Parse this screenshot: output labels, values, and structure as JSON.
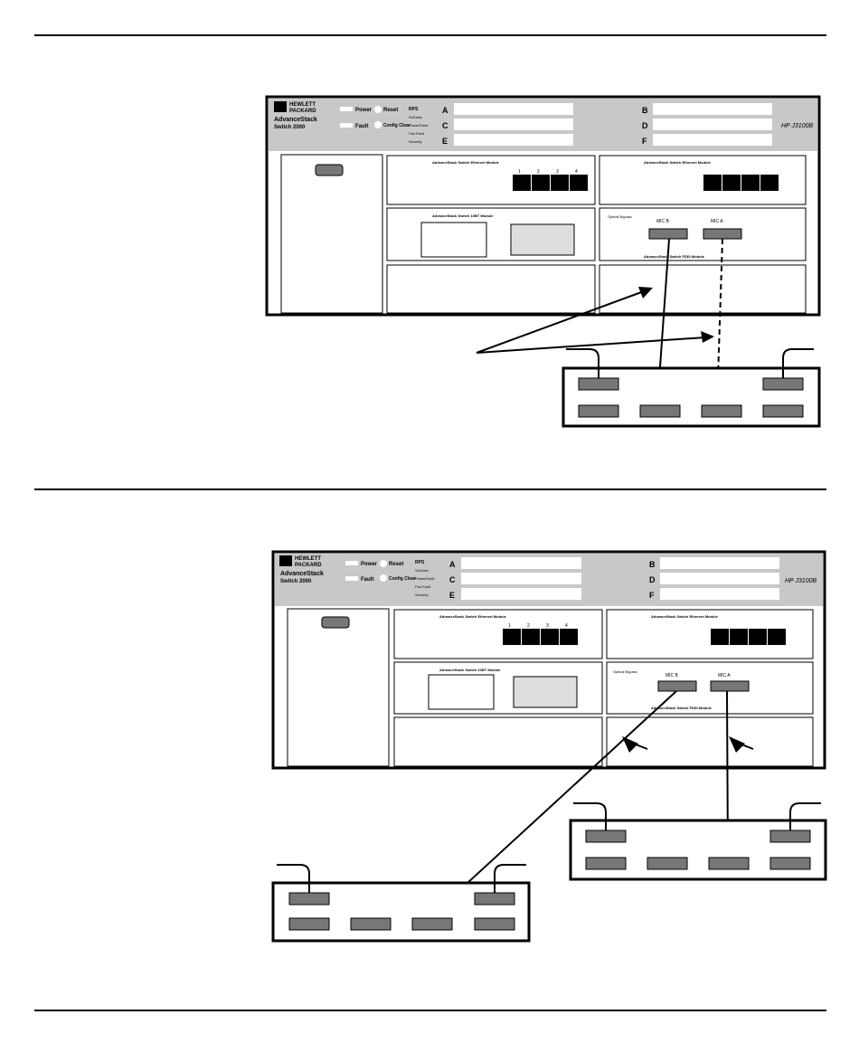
{
  "colors": {
    "panel_gray": "#c8c8c8",
    "panel_dark": "#8c8c8c",
    "line": "#000000",
    "paper": "#ffffff",
    "port_gray": "#777777"
  },
  "figure1": {
    "brand_line1": "HEWLETT",
    "brand_line2": "PACKARD",
    "product_line1": "AdvanceStack",
    "product_line2": "Switch 2000",
    "led_power": "Power",
    "led_fault": "Fault",
    "led_reset": "Reset",
    "led_config": "Config Clear",
    "status_lines": [
      "RPS",
      "Self-test",
      "Power/Fault",
      "Fan Fault",
      "Security"
    ],
    "slot_letters": [
      "A",
      "C",
      "E",
      "B",
      "D",
      "F"
    ],
    "model": "HP J3100B",
    "port_labels": [
      "1",
      "2",
      "3",
      "4"
    ],
    "fddi_port_b": "MIC B",
    "fddi_port_a": "MIC A",
    "optical_label": "Optical Bypass",
    "module_names": [
      "AdvanceStack Switch Ethernet Module",
      "AdvanceStack Switch Ethernet Module",
      "AdvanceStack Switch 10BT Module",
      "AdvanceStack Switch FDDI Module"
    ]
  },
  "figure2": {
    "brand_line1": "HEWLETT",
    "brand_line2": "PACKARD",
    "product_line1": "AdvanceStack",
    "product_line2": "Switch 2000",
    "led_power": "Power",
    "led_fault": "Fault",
    "led_reset": "Reset",
    "led_config": "Config Clear",
    "status_lines": [
      "RPS",
      "Self-test",
      "Power/Fault",
      "Fan Fault",
      "Security"
    ],
    "slot_letters": [
      "A",
      "C",
      "E",
      "B",
      "D",
      "F"
    ],
    "model": "HP J3100B",
    "port_labels": [
      "1",
      "2",
      "3",
      "4"
    ],
    "fddi_port_b": "MIC B",
    "fddi_port_a": "MIC A",
    "optical_label": "Optical Bypass",
    "module_names": [
      "AdvanceStack Switch Ethernet Module",
      "AdvanceStack Switch Ethernet Module",
      "AdvanceStack Switch 10BT Module",
      "AdvanceStack Switch FDDI Module"
    ]
  }
}
